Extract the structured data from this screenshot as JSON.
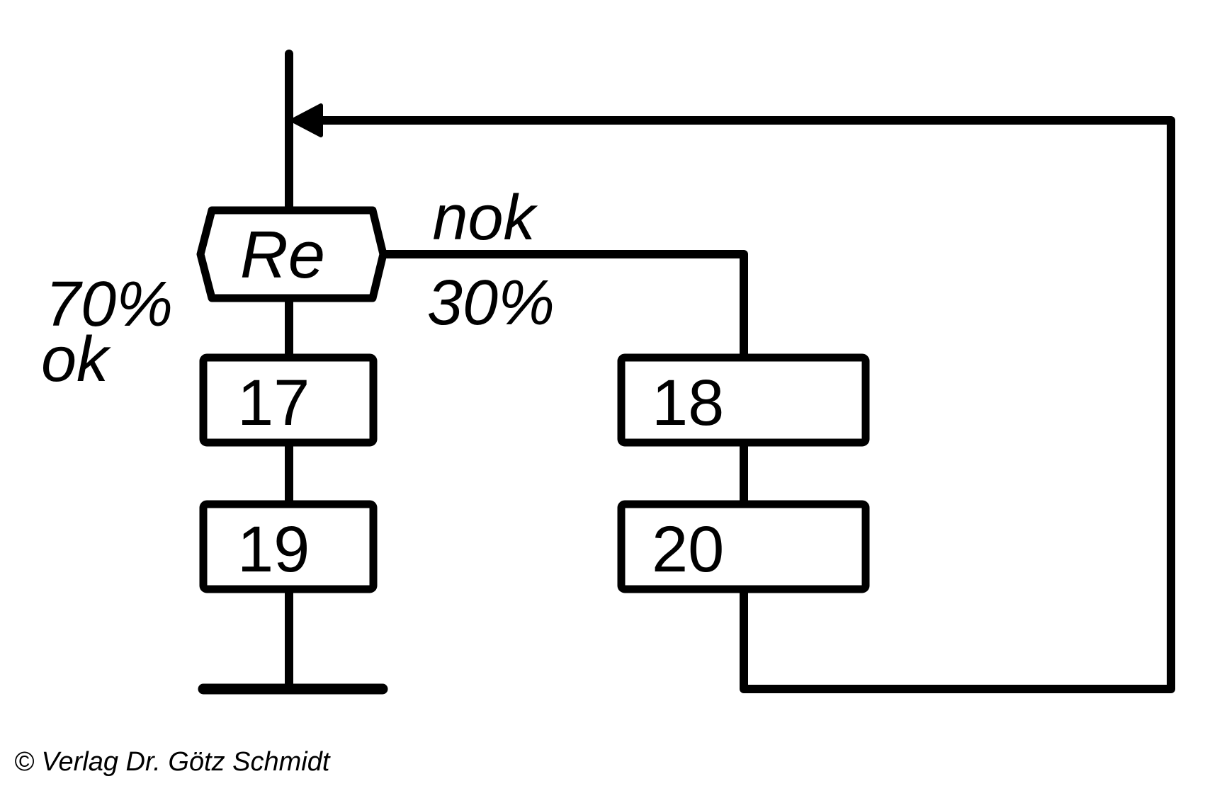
{
  "colors": {
    "line": "#000000",
    "decision_text": "#be1628",
    "background": "#ffffff"
  },
  "diagram": {
    "decision": {
      "label": "Re"
    },
    "left_branch": {
      "probability": "70%",
      "condition": "ok",
      "steps": [
        {
          "id": "17"
        },
        {
          "id": "19"
        }
      ]
    },
    "right_branch": {
      "condition": "nok",
      "probability": "30%",
      "steps": [
        {
          "id": "18"
        },
        {
          "id": "20"
        }
      ]
    }
  },
  "footer": {
    "copyright": "© Verlag Dr. Götz Schmidt"
  }
}
